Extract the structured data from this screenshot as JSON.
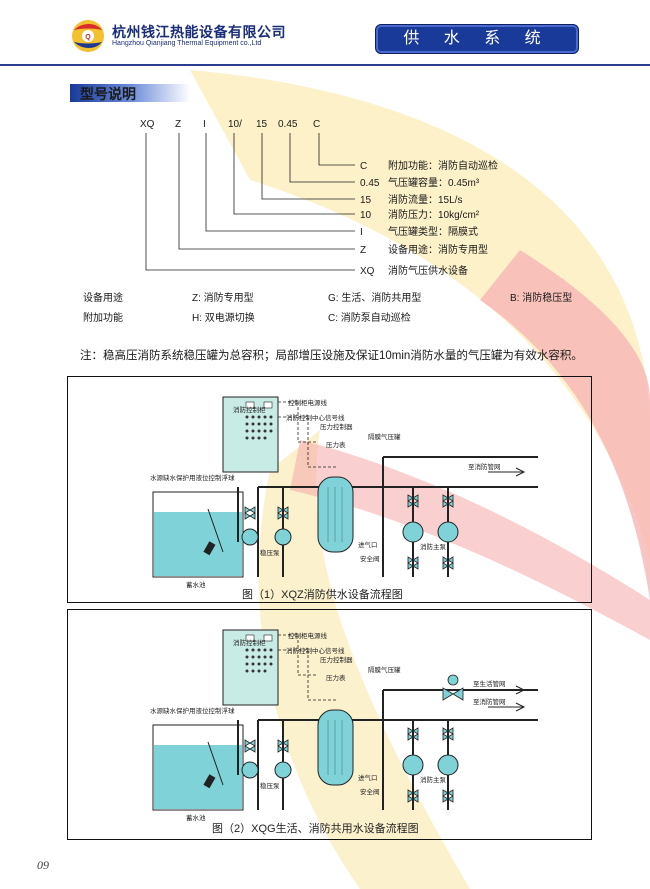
{
  "header": {
    "company_cn": "杭州钱江热能设备有限公司",
    "company_en": "Hangzhou Qianjiang Thermal Equipment co.,Ltd",
    "system_title": "供 水 系 统"
  },
  "section": {
    "title": "型号说明"
  },
  "model": {
    "codes": [
      "XQ",
      "Z",
      "I",
      "10/",
      "15",
      "0.45",
      "C"
    ],
    "rows": [
      {
        "code": "C",
        "desc": "附加功能：消防自动巡检"
      },
      {
        "code": "0.45",
        "desc": "气压罐容量：0.45m³"
      },
      {
        "code": "15",
        "desc": "消防流量：15L/s"
      },
      {
        "code": "10",
        "desc": "消防压力：10kg/cm²"
      },
      {
        "code": "I",
        "desc": "气压罐类型：隔膜式"
      },
      {
        "code": "Z",
        "desc": "设备用途：消防专用型"
      },
      {
        "code": "XQ",
        "desc": "消防气压供水设备"
      }
    ]
  },
  "usage": {
    "label": "设备用途",
    "items": [
      "Z: 消防专用型",
      "G: 生活、消防共用型",
      "B: 消防稳压型"
    ]
  },
  "addon": {
    "label": "附加功能",
    "items": [
      "H: 双电源切换",
      "C: 消防泵自动巡检"
    ]
  },
  "note": "注：稳高压消防系统稳压罐为总容积；局部增压设施及保证10min消防水量的气压罐为有效水容积。",
  "diagram1": {
    "caption": "图（1）XQZ消防供水设备流程图",
    "cabinet": "消防控制柜",
    "labels": {
      "power": "控制柜电源线",
      "signal": "消防控制中心信号线",
      "pctrl": "压力控制器",
      "gauge": "压力表",
      "tank": "隔膜气压罐",
      "outlet": "至消防管网",
      "float": "水源缺水保护用液位控制浮球",
      "pool": "蓄水池",
      "stab": "稳压泵",
      "inlet": "进气口",
      "safety": "安全阀",
      "main": "消防主泵"
    }
  },
  "diagram2": {
    "caption": "图（2）XQG生活、消防共用水设备流程图",
    "cabinet": "消防控制柜",
    "labels": {
      "power": "控制柜电源线",
      "signal": "消防控制中心信号线",
      "pctrl": "压力控制器",
      "gauge": "压力表",
      "tank": "隔膜气压罐",
      "outlet_life": "至生活管网",
      "outlet_fire": "至消防管网",
      "float": "水源缺水保护用液位控制浮球",
      "pool": "蓄水池",
      "stab": "稳压泵",
      "inlet": "进气口",
      "safety": "安全阀",
      "main": "消防主泵"
    }
  },
  "page_number": "09"
}
